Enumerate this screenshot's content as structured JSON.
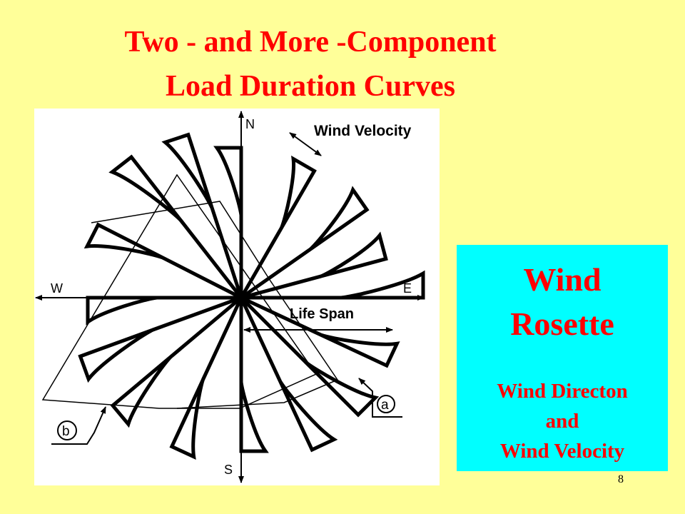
{
  "title": {
    "line1": "Two - and More -Component",
    "line2": "Load Duration Curves"
  },
  "diagram": {
    "compass": {
      "north": "N",
      "south": "S",
      "east": "E",
      "west": "W"
    },
    "wind_velocity_label": "Wind Velocity",
    "life_span_label": "Life Span",
    "callout_a": "a",
    "callout_b": "b"
  },
  "side_box": {
    "title_line1": "Wind",
    "title_line2": "Rosette",
    "sub_line1": "Wind Directon",
    "sub_line2": "and",
    "sub_line3": "Wind Velocity"
  },
  "page_number": "8",
  "colors": {
    "background": "#ffff99",
    "title": "#ff0000",
    "box": "#00ffff",
    "box_text": "#ff0000",
    "diagram_bg": "#ffffff",
    "ink": "#000000"
  }
}
